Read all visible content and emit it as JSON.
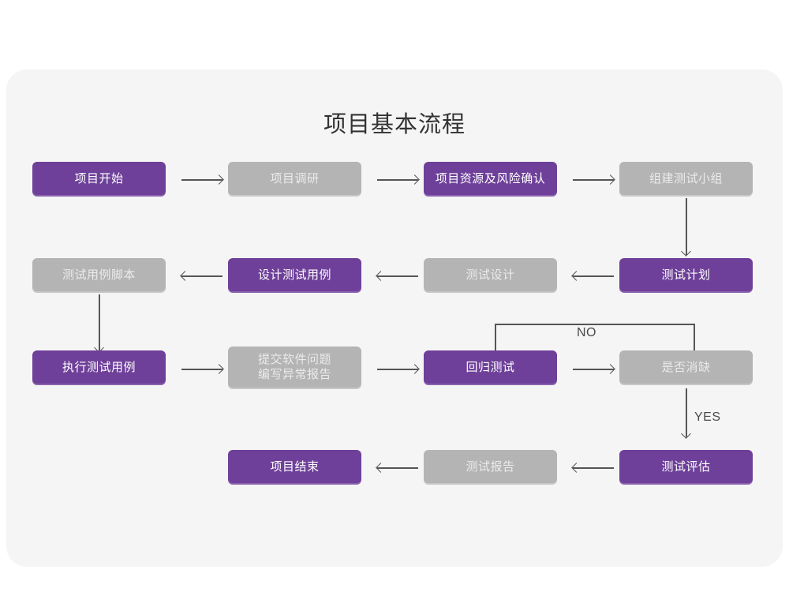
{
  "chart_data": {
    "type": "diagram",
    "diagram_kind": "flowchart",
    "title": "项目基本流程",
    "colors": {
      "accent_purple": "#6E4099",
      "muted_gray": "#B4B4B4",
      "card_background": "#F5F5F5",
      "page_background": "#FFFFFF",
      "connector": "#555555",
      "title_text": "#333333"
    },
    "nodes": [
      {
        "id": "n1",
        "label": "项目开始",
        "style": "purple",
        "row": 1,
        "col": 1
      },
      {
        "id": "n2",
        "label": "项目调研",
        "style": "gray",
        "row": 1,
        "col": 2
      },
      {
        "id": "n3",
        "label": "项目资源及风险确认",
        "style": "purple",
        "row": 1,
        "col": 3
      },
      {
        "id": "n4",
        "label": "组建测试小组",
        "style": "gray",
        "row": 1,
        "col": 4
      },
      {
        "id": "n5",
        "label": "测试用例脚本",
        "style": "gray",
        "row": 2,
        "col": 1
      },
      {
        "id": "n6",
        "label": "设计测试用例",
        "style": "purple",
        "row": 2,
        "col": 2
      },
      {
        "id": "n7",
        "label": "测试设计",
        "style": "gray",
        "row": 2,
        "col": 3
      },
      {
        "id": "n8",
        "label": "测试计划",
        "style": "purple",
        "row": 2,
        "col": 4
      },
      {
        "id": "n9",
        "label": "执行测试用例",
        "style": "purple",
        "row": 3,
        "col": 1
      },
      {
        "id": "n10",
        "label": "提交软件问题\n编写异常报告",
        "style": "gray",
        "row": 3,
        "col": 2
      },
      {
        "id": "n11",
        "label": "回归测试",
        "style": "purple",
        "row": 3,
        "col": 3
      },
      {
        "id": "n12",
        "label": "是否消缺",
        "style": "gray",
        "row": 3,
        "col": 4
      },
      {
        "id": "n13",
        "label": "项目结束",
        "style": "purple",
        "row": 4,
        "col": 2
      },
      {
        "id": "n14",
        "label": "测试报告",
        "style": "gray",
        "row": 4,
        "col": 3
      },
      {
        "id": "n15",
        "label": "测试评估",
        "style": "purple",
        "row": 4,
        "col": 4
      }
    ],
    "edges": [
      {
        "from": "n1",
        "to": "n2",
        "direction": "right",
        "label": ""
      },
      {
        "from": "n2",
        "to": "n3",
        "direction": "right",
        "label": ""
      },
      {
        "from": "n3",
        "to": "n4",
        "direction": "right",
        "label": ""
      },
      {
        "from": "n4",
        "to": "n8",
        "direction": "down",
        "label": ""
      },
      {
        "from": "n8",
        "to": "n7",
        "direction": "left",
        "label": ""
      },
      {
        "from": "n7",
        "to": "n6",
        "direction": "left",
        "label": ""
      },
      {
        "from": "n6",
        "to": "n5",
        "direction": "left",
        "label": ""
      },
      {
        "from": "n5",
        "to": "n9",
        "direction": "down",
        "label": ""
      },
      {
        "from": "n9",
        "to": "n10",
        "direction": "right",
        "label": ""
      },
      {
        "from": "n10",
        "to": "n11",
        "direction": "right",
        "label": ""
      },
      {
        "from": "n11",
        "to": "n12",
        "direction": "right",
        "label": ""
      },
      {
        "from": "n12",
        "to": "n11",
        "direction": "loop-up-left",
        "label": "NO"
      },
      {
        "from": "n12",
        "to": "n15",
        "direction": "down",
        "label": "YES"
      },
      {
        "from": "n15",
        "to": "n14",
        "direction": "left",
        "label": ""
      },
      {
        "from": "n14",
        "to": "n13",
        "direction": "left",
        "label": ""
      }
    ],
    "edge_labels": {
      "no": "NO",
      "yes": "YES"
    }
  }
}
